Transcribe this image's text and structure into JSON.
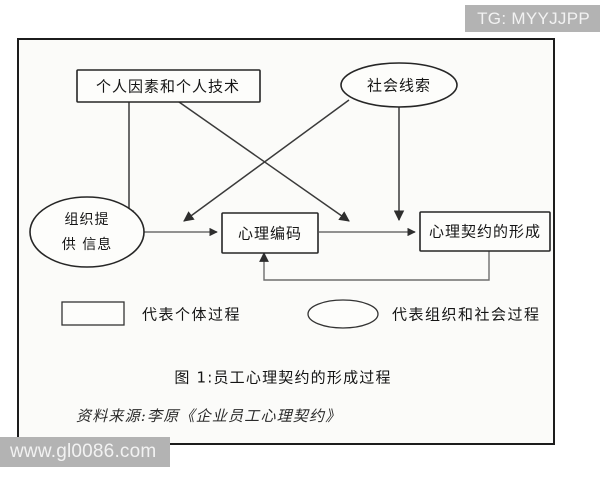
{
  "page": {
    "background_color": "#ffffff",
    "frame_border_color": "#1c1c1c",
    "frame_fill_color": "#fbfbf9"
  },
  "watermarks": {
    "top_right": "TG: MYYJJPP",
    "bottom_left": "www.gl0086.com",
    "band_color": "#b3b3b3",
    "text_color": "#f2f2f2"
  },
  "diagram": {
    "nodes": [
      {
        "id": "personal-factors",
        "shape": "rectangle",
        "label": "个人因素和个人技术",
        "meaning": "individual-process"
      },
      {
        "id": "social-cues",
        "shape": "ellipse",
        "label": "社会线索",
        "meaning": "organizational-social-process"
      },
      {
        "id": "org-information",
        "shape": "ellipse",
        "label_line1": "组织提",
        "label_line2": "供 信息",
        "meaning": "organizational-social-process"
      },
      {
        "id": "psychological-encoding",
        "shape": "rectangle",
        "label": "心理编码",
        "meaning": "individual-process"
      },
      {
        "id": "contract-formation",
        "shape": "rectangle",
        "label": "心理契约的形成",
        "meaning": "individual-process"
      }
    ],
    "edges": [
      {
        "from": "personal-factors",
        "to": "psychological-encoding",
        "style": "vertical-arrow"
      },
      {
        "from": "personal-factors",
        "to": "contract-formation",
        "style": "diagonal-arrow"
      },
      {
        "from": "social-cues",
        "to": "psychological-encoding",
        "style": "diagonal-arrow"
      },
      {
        "from": "social-cues",
        "to": "contract-formation",
        "style": "vertical-arrow"
      },
      {
        "from": "org-information",
        "to": "psychological-encoding",
        "style": "horizontal-arrow"
      },
      {
        "from": "psychological-encoding",
        "to": "contract-formation",
        "style": "horizontal-arrow"
      },
      {
        "from": "contract-formation",
        "to": "psychological-encoding",
        "style": "feedback-loop"
      }
    ]
  },
  "legend": {
    "items": [
      {
        "symbol": "rectangle",
        "label": "代表个体过程"
      },
      {
        "symbol": "ellipse",
        "label": "代表组织和社会过程"
      }
    ]
  },
  "caption": "图 1:员工心理契约的形成过程",
  "source": "资料来源:李原《企业员工心理契约》"
}
